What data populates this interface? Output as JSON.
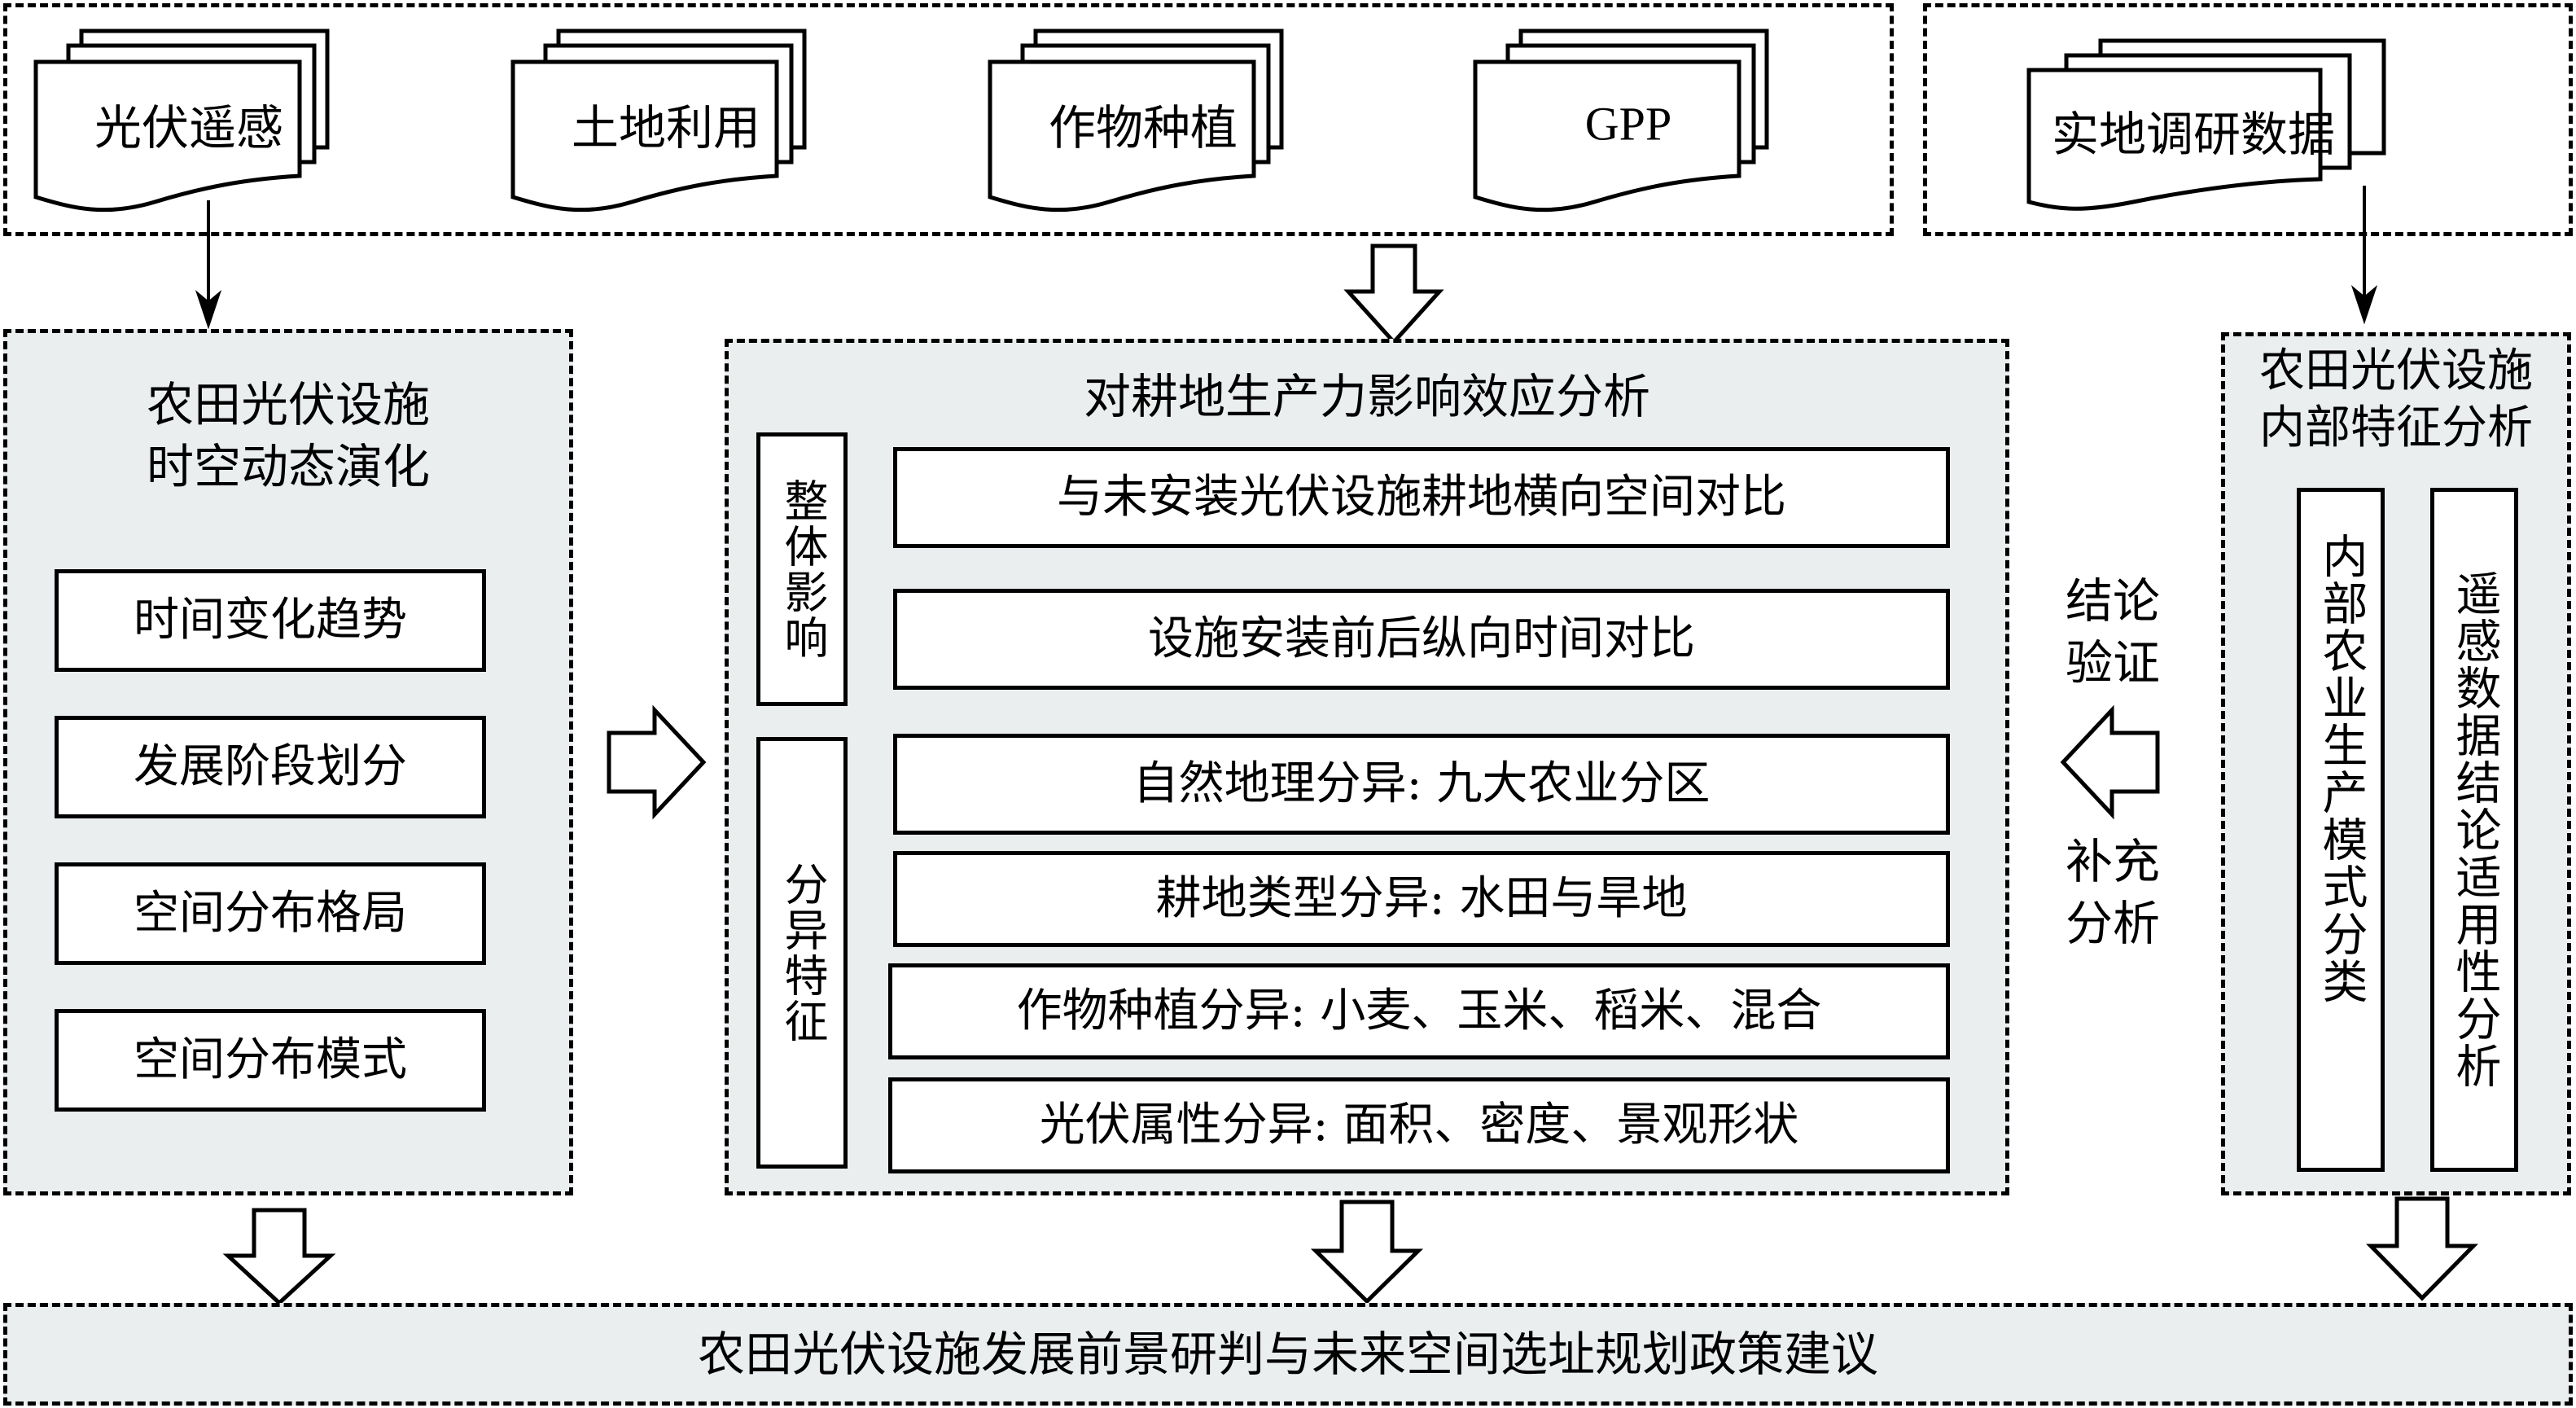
{
  "sources": {
    "documents": [
      {
        "label": "光伏遥感"
      },
      {
        "label": "土地利用"
      },
      {
        "label": "作物种植"
      },
      {
        "label": "GPP"
      }
    ],
    "field_survey": {
      "label": "实地调研数据"
    }
  },
  "left_panel": {
    "title_line1": "农田光伏设施",
    "title_line2": "时空动态演化",
    "items": [
      {
        "label": "时间变化趋势"
      },
      {
        "label": "发展阶段划分"
      },
      {
        "label": "空间分布格局"
      },
      {
        "label": "空间分布模式"
      }
    ]
  },
  "center_panel": {
    "title": "对耕地生产力影响效应分析",
    "overall_group": {
      "label": "整体影响",
      "items": [
        {
          "label": "与未安装光伏设施耕地横向空间对比"
        },
        {
          "label": "设施安装前后纵向时间对比"
        }
      ]
    },
    "differentiation_group": {
      "label": "分异特征",
      "items": [
        {
          "label": "自然地理分异: 九大农业分区"
        },
        {
          "label": "耕地类型分异: 水田与旱地"
        },
        {
          "label": "作物种植分异: 小麦、玉米、稻米、混合"
        },
        {
          "label": "光伏属性分异: 面积、密度、景观形状"
        }
      ]
    }
  },
  "link_labels": {
    "top": "结论验证",
    "bottom": "补充分析"
  },
  "right_panel": {
    "title_line1": "农田光伏设施",
    "title_line2": "内部特征分析",
    "items": [
      {
        "label": "内部农业生产模式分类"
      },
      {
        "label": "遥感数据结论适用性分析"
      }
    ]
  },
  "bottom_banner": {
    "label": "农田光伏设施发展前景研判与未来空间选址规划政策建议"
  },
  "colors": {
    "panel_fill": "#eaeeef",
    "stroke": "#000000",
    "box_fill": "#ffffff"
  }
}
